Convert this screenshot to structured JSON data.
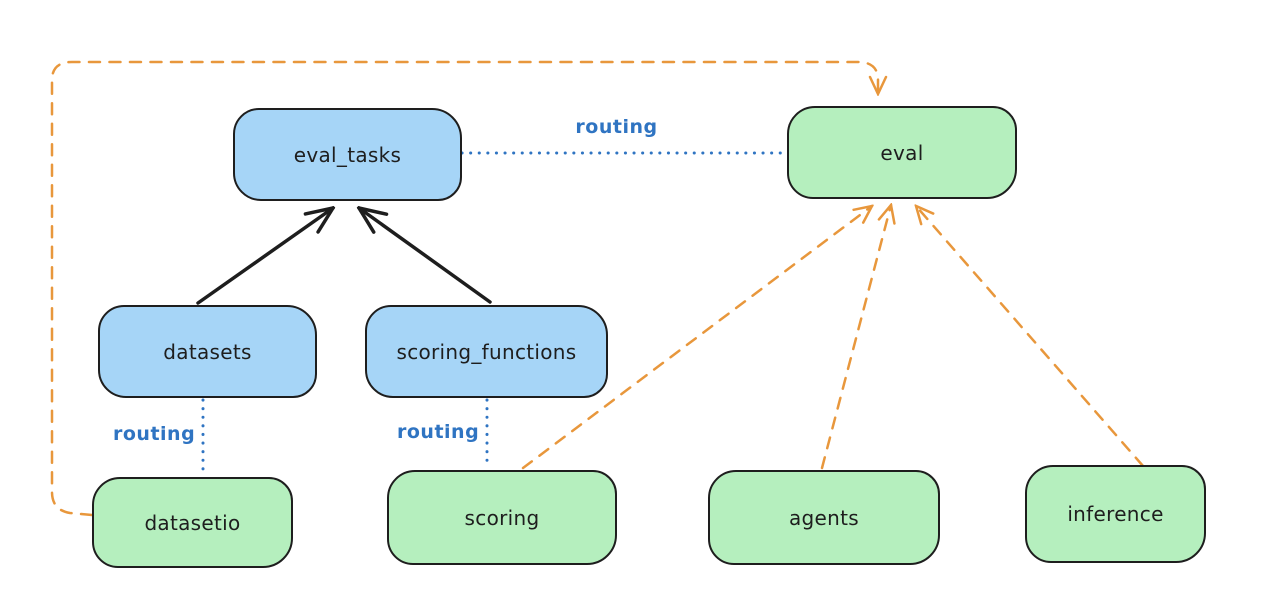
{
  "diagram": {
    "title": "",
    "nodes": {
      "eval_tasks": {
        "label": "eval_tasks",
        "fill": "blue"
      },
      "eval": {
        "label": "eval",
        "fill": "green"
      },
      "datasets": {
        "label": "datasets",
        "fill": "blue"
      },
      "scoring_functions": {
        "label": "scoring_functions",
        "fill": "blue"
      },
      "datasetio": {
        "label": "datasetio",
        "fill": "green"
      },
      "scoring": {
        "label": "scoring",
        "fill": "green"
      },
      "agents": {
        "label": "agents",
        "fill": "green"
      },
      "inference": {
        "label": "inference",
        "fill": "green"
      }
    },
    "edge_labels": {
      "eval_tasks_eval": "routing",
      "datasets_datasetio": "routing",
      "scoring_functions_scoring": "routing"
    },
    "edges": [
      {
        "from": "datasets",
        "to": "eval_tasks",
        "style": "solid",
        "color": "black",
        "arrow": true
      },
      {
        "from": "scoring_functions",
        "to": "eval_tasks",
        "style": "solid",
        "color": "black",
        "arrow": true
      },
      {
        "from": "eval_tasks",
        "to": "eval",
        "style": "dotted",
        "color": "blue",
        "arrow": false,
        "label": "routing"
      },
      {
        "from": "datasets",
        "to": "datasetio",
        "style": "dotted",
        "color": "blue",
        "arrow": false,
        "label": "routing"
      },
      {
        "from": "scoring_functions",
        "to": "scoring",
        "style": "dotted",
        "color": "blue",
        "arrow": false,
        "label": "routing"
      },
      {
        "from": "datasetio",
        "to": "eval",
        "style": "dashed",
        "color": "orange",
        "arrow": true
      },
      {
        "from": "scoring",
        "to": "eval",
        "style": "dashed",
        "color": "orange",
        "arrow": true
      },
      {
        "from": "agents",
        "to": "eval",
        "style": "dashed",
        "color": "orange",
        "arrow": true
      },
      {
        "from": "inference",
        "to": "eval",
        "style": "dashed",
        "color": "orange",
        "arrow": true
      }
    ],
    "colors": {
      "background": "#ffffff",
      "node_stroke": "#1e1e1e",
      "blue_fill": "#a6d5f7",
      "green_fill": "#b5efbe",
      "orange_edge": "#e8973c",
      "blue_edge": "#2f74c2",
      "black_edge": "#1e1e1e"
    }
  }
}
